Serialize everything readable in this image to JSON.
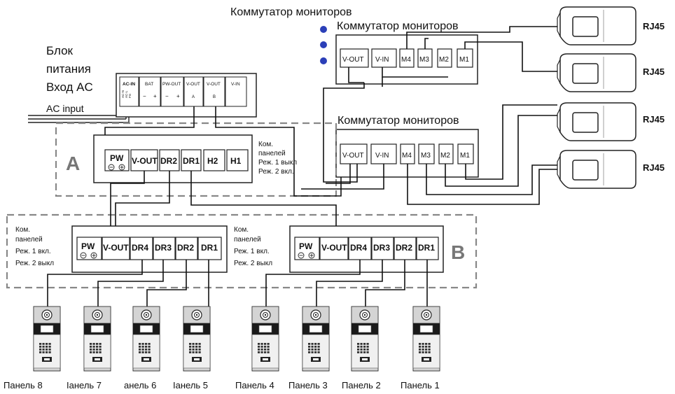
{
  "title_top": "Коммутатор мониторов",
  "power_block": {
    "label_line1": "Блок",
    "label_line2": "питания",
    "label_line3": "Вход AC",
    "ac_input": "AC input",
    "ports": {
      "ac_in": "AC-IN",
      "ac_sub1": "AC-N",
      "ac_sub2": "AC-L",
      "ac_sub3": "FG",
      "bat": "BAT",
      "pw_out": "PW-OUT",
      "vout_a": "V-OUT",
      "vout_a_sub": "A",
      "vout_b": "V-OUT",
      "vout_b_sub": "B",
      "vin": "V-IN",
      "minus": "−",
      "plus": "+"
    }
  },
  "monitor_switch_1": {
    "title": "Коммутатор мониторов",
    "ports": [
      "V-OUT",
      "V-IN",
      "M4",
      "M3",
      "M2",
      "M1"
    ]
  },
  "monitor_switch_2": {
    "title": "Коммутатор мониторов",
    "ports": [
      "V-OUT",
      "V-IN",
      "M4",
      "M3",
      "M2",
      "M1"
    ]
  },
  "panel_switch_a": {
    "group_label": "A",
    "ports": [
      "PW",
      "V-OUT",
      "DR2",
      "DR1",
      "H2",
      "H1"
    ],
    "note": [
      "Ком.",
      "панелей",
      "Реж. 1 выкл",
      "Реж. 2 вкл."
    ]
  },
  "panel_switch_b1": {
    "ports": [
      "PW",
      "V-OUT",
      "DR4",
      "DR3",
      "DR2",
      "DR1"
    ],
    "note": [
      "Ком.",
      "панелей",
      "Реж. 1 вкл.",
      "Реж. 2 выкл"
    ]
  },
  "panel_switch_b2": {
    "ports": [
      "PW",
      "V-OUT",
      "DR4",
      "DR3",
      "DR2",
      "DR1"
    ],
    "note": [
      "Ком.",
      "панелей",
      "Реж. 1 вкл.",
      "Реж. 2 выкл"
    ]
  },
  "group_b_label": "B",
  "rj45": [
    "RJ45",
    "RJ45",
    "RJ45",
    "RJ45"
  ],
  "panels": [
    "Панель 8",
    "Ιанель 7",
    "анель 6",
    "Ιанель 5",
    "Панель 4",
    "Панель 3",
    "Панель 2",
    "Панель 1"
  ]
}
